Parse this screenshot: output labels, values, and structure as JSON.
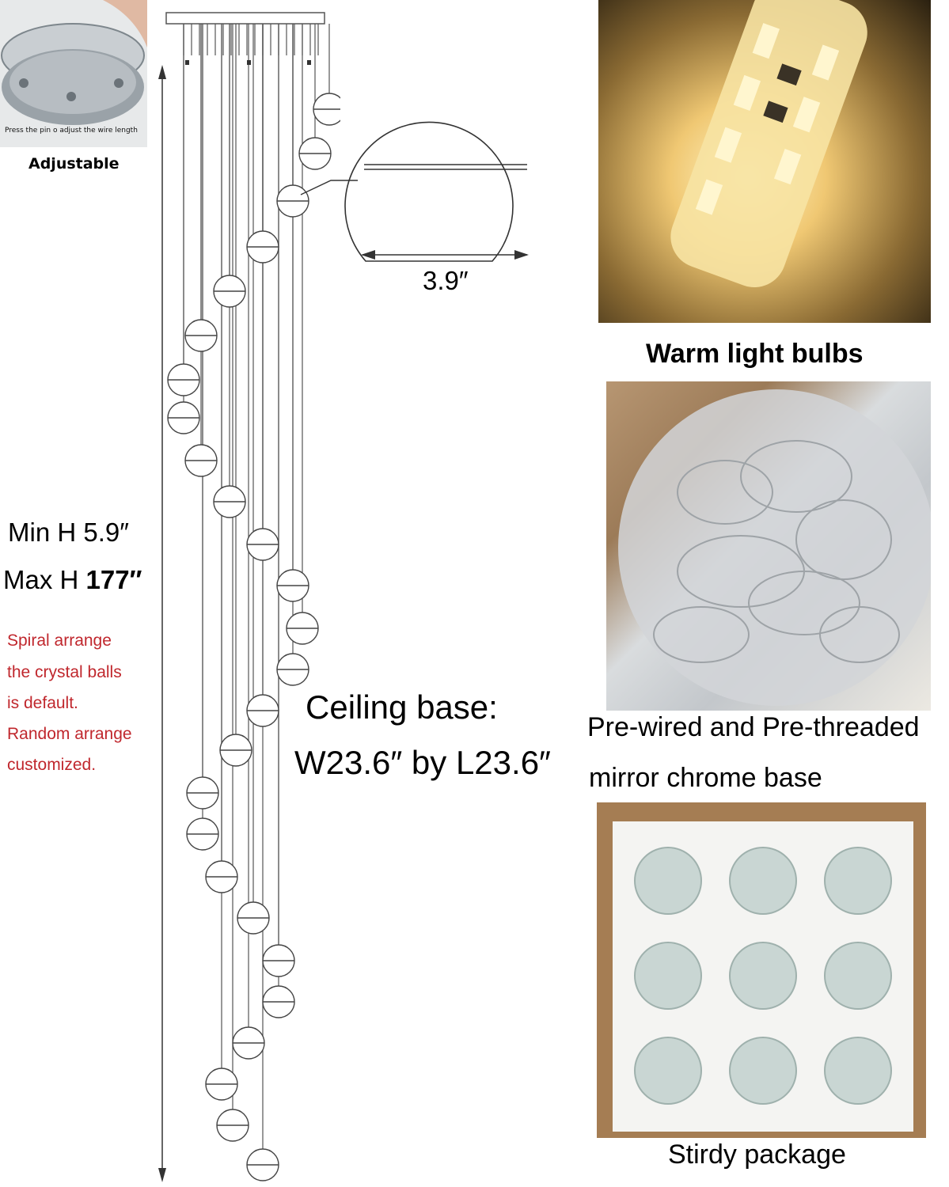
{
  "adjustable": {
    "small_caption": "Press the pin o adjust the wire length",
    "label": "Adjustable"
  },
  "height": {
    "min_label": "Min H 5.9″",
    "max_prefix": "Max H ",
    "max_value": "177″"
  },
  "notes": [
    "Spiral arrange",
    "the crystal balls",
    "is default.",
    "Random arrange",
    "customized."
  ],
  "ball": {
    "diameter": "3.9″"
  },
  "ceiling": {
    "title": "Ceiling base:",
    "dims": "W23.6″  by L23.6″"
  },
  "photos": {
    "bulb_label": "Warm light bulbs",
    "wire_label_1": "Pre-wired and Pre-threaded",
    "wire_label_2": "mirror chrome base",
    "pack_label": "Stirdy package"
  },
  "colors": {
    "note_red": "#c0272d",
    "line": "#555555"
  }
}
